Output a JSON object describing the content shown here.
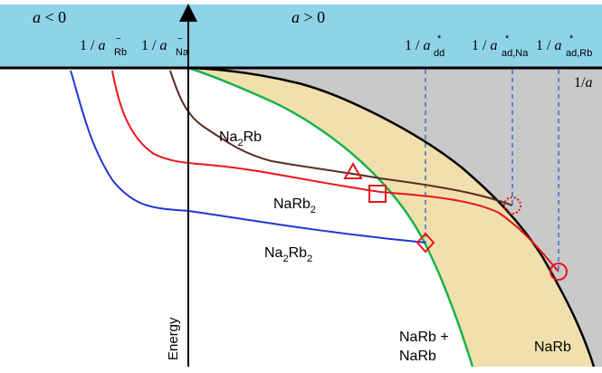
{
  "colors": {
    "header_band": "#8fd3e8",
    "region_gray": "#c9c9c9",
    "region_tan": "#f1e0ad",
    "threshold_curve": "#000000",
    "dimer_curve": "#19b24b",
    "na2rb_curve": "#5a2d22",
    "narb2_curve": "#e8141b",
    "na2rb2_curve": "#1f35d6",
    "dashed": "#3c6fd0",
    "marker": "#e8141b"
  },
  "header": {
    "left": {
      "a": "a",
      "rel": " < 0"
    },
    "right": {
      "a": "a",
      "rel": " > 0"
    }
  },
  "thresholds": {
    "rb": {
      "pre": "1 / ",
      "a": "a",
      "sup": "−",
      "sub": "Rb"
    },
    "na": {
      "pre": "1 / ",
      "a": "a",
      "sup": "−",
      "sub": "Na"
    },
    "dd": {
      "pre": "1 / ",
      "a": "a",
      "sup": "*",
      "sub": "dd"
    },
    "ad_na": {
      "pre": "1 / ",
      "a": "a",
      "sup": "*",
      "sub": "ad,Na"
    },
    "ad_rb": {
      "pre": "1 / ",
      "a": "a",
      "sup": "*",
      "sub": "ad,Rb"
    }
  },
  "axes": {
    "x_label": {
      "pre": "1/",
      "a": "a"
    },
    "y_label": "Energy"
  },
  "curve_labels": {
    "na2rb": {
      "main1": "Na",
      "sub1": "2",
      "main2": "Rb"
    },
    "narb2": {
      "main1": "NaRb",
      "sub1": "2"
    },
    "na2rb2": {
      "main1": "Na",
      "sub1": "2",
      "main2": "Rb",
      "sub2": "2"
    }
  },
  "regions": {
    "narb_narb": {
      "line1": "NaRb +",
      "line2": "NaRb"
    },
    "narb": "NaRb"
  },
  "markers": [
    {
      "shape": "triangle",
      "curve": "Na2Rb"
    },
    {
      "shape": "square",
      "curve": "NaRb2"
    },
    {
      "shape": "diamond",
      "curve": "Na2Rb2"
    },
    {
      "shape": "dotted-circle",
      "curve": "Na2Rb"
    },
    {
      "shape": "circle",
      "curve": "NaRb2"
    }
  ]
}
